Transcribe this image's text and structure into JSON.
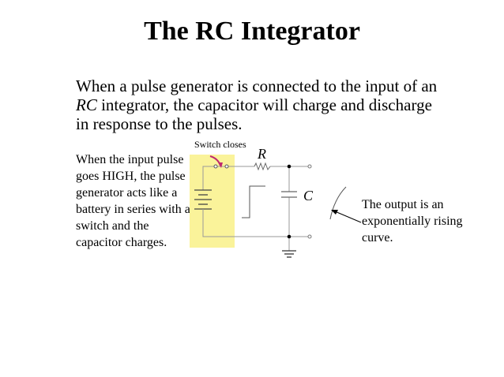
{
  "title": "The RC Integrator",
  "intro": {
    "part1": "When a pulse generator is connected to the input of an ",
    "rc": "RC",
    "part2": " integrator, the capacitor will charge and discharge in response to the pulses."
  },
  "left_text": "When the input pulse goes HIGH, the pulse generator acts like a battery in series with a switch and the capacitor charges.",
  "right_text": "The output is an exponentially rising curve.",
  "diagram": {
    "switch_label": "Switch closes",
    "resistor_label": "R",
    "capacitor_label": "C"
  },
  "colors": {
    "highlight": "#faf39a",
    "switch_arrow": "#c0286e",
    "wire": "#9a9a9a",
    "node": "#000000"
  }
}
